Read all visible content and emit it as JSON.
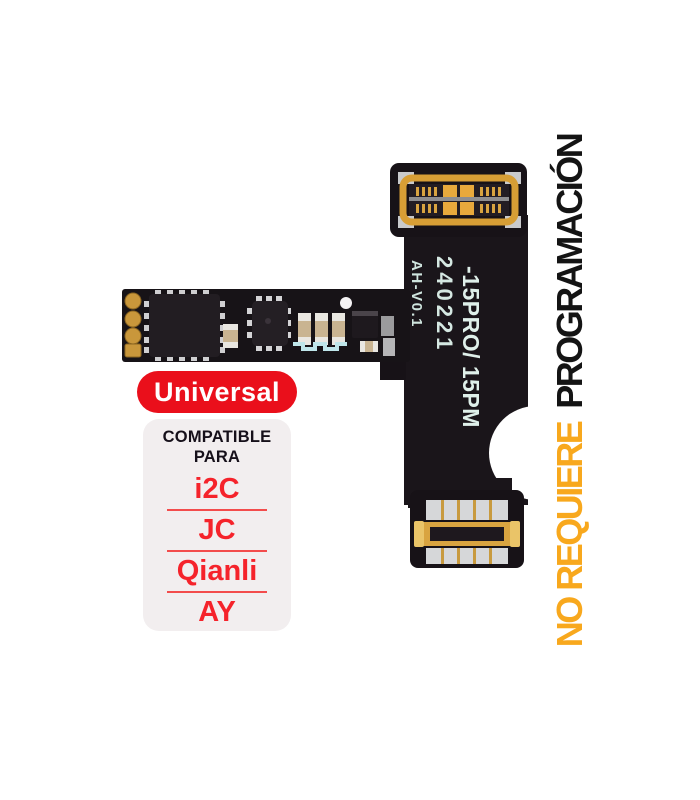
{
  "badge": {
    "label": "Universal",
    "bg_color": "#EA0F1B",
    "text_color": "#FFFFFF"
  },
  "compatibility": {
    "title_line1": "COMPATIBLE",
    "title_line2": "PARA",
    "items": [
      "i2C",
      "JC",
      "Qianli",
      "AY"
    ],
    "card_bg": "#F2EEEF",
    "item_color": "#F5232B",
    "divider_color": "#F34C4C"
  },
  "side_note": {
    "highlight": "NO REQUIERE",
    "rest": "PROGRAMACIÓN",
    "highlight_color": "#F8A81D",
    "rest_color": "#141414"
  },
  "flex_markings": {
    "model": "-15PRO/ 15PM",
    "date_code": "240221",
    "version": "AH-V0.1"
  },
  "photo_colors": {
    "flex_black": "#171317",
    "connector_gold": "#D9A440",
    "pad_gold": "#C9973B",
    "pin_silver": "#D6D7D9",
    "solder_blue": "#BFE6EA"
  }
}
